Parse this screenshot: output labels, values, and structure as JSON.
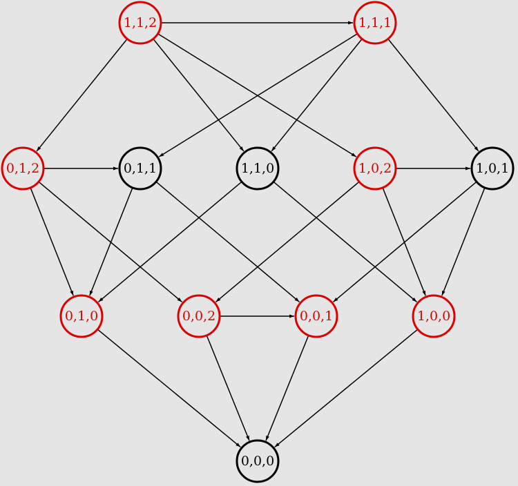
{
  "colors": {
    "background": "#e5e5e5",
    "highlight": "#dd0000",
    "normal": "#000000",
    "node_fill": "#e5e5e5"
  },
  "nodes": [
    {
      "id": "n112",
      "label": "1,1,2",
      "highlighted": true
    },
    {
      "id": "n111",
      "label": "1,1,1",
      "highlighted": true
    },
    {
      "id": "n012",
      "label": "0,1,2",
      "highlighted": true
    },
    {
      "id": "n011",
      "label": "0,1,1",
      "highlighted": false
    },
    {
      "id": "n110",
      "label": "1,1,0",
      "highlighted": false
    },
    {
      "id": "n102",
      "label": "1,0,2",
      "highlighted": true
    },
    {
      "id": "n101",
      "label": "1,0,1",
      "highlighted": false
    },
    {
      "id": "n010",
      "label": "0,1,0",
      "highlighted": true
    },
    {
      "id": "n002",
      "label": "0,0,2",
      "highlighted": true
    },
    {
      "id": "n001",
      "label": "0,0,1",
      "highlighted": true
    },
    {
      "id": "n100",
      "label": "1,0,0",
      "highlighted": true
    },
    {
      "id": "n000",
      "label": "0,0,0",
      "highlighted": false
    }
  ],
  "edges": [
    {
      "from": "n112",
      "to": "n111"
    },
    {
      "from": "n112",
      "to": "n012"
    },
    {
      "from": "n112",
      "to": "n110"
    },
    {
      "from": "n112",
      "to": "n102"
    },
    {
      "from": "n111",
      "to": "n011"
    },
    {
      "from": "n111",
      "to": "n110"
    },
    {
      "from": "n111",
      "to": "n101"
    },
    {
      "from": "n012",
      "to": "n011"
    },
    {
      "from": "n012",
      "to": "n010"
    },
    {
      "from": "n012",
      "to": "n002"
    },
    {
      "from": "n011",
      "to": "n010"
    },
    {
      "from": "n011",
      "to": "n001"
    },
    {
      "from": "n110",
      "to": "n010"
    },
    {
      "from": "n110",
      "to": "n100"
    },
    {
      "from": "n102",
      "to": "n101"
    },
    {
      "from": "n102",
      "to": "n002"
    },
    {
      "from": "n102",
      "to": "n100"
    },
    {
      "from": "n101",
      "to": "n001"
    },
    {
      "from": "n101",
      "to": "n100"
    },
    {
      "from": "n002",
      "to": "n001"
    },
    {
      "from": "n010",
      "to": "n000"
    },
    {
      "from": "n002",
      "to": "n000"
    },
    {
      "from": "n001",
      "to": "n000"
    },
    {
      "from": "n100",
      "to": "n000"
    }
  ]
}
